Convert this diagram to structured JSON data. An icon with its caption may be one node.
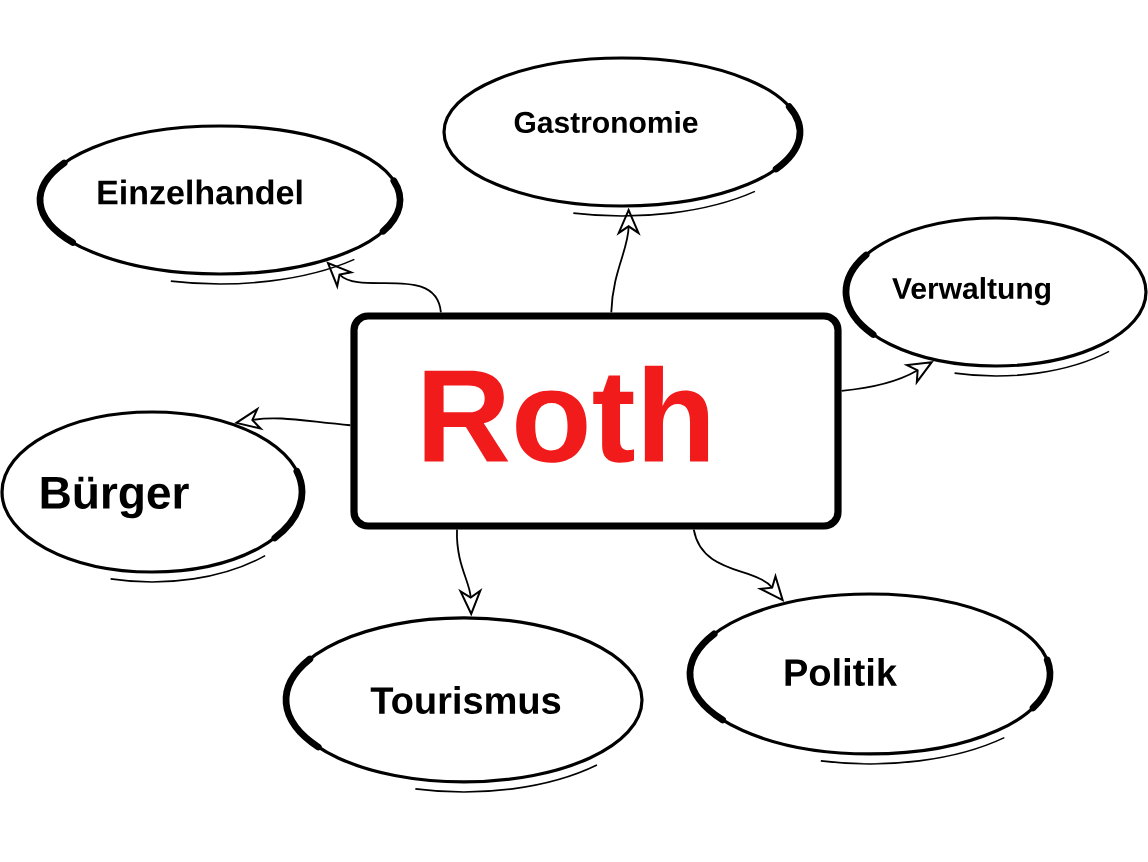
{
  "diagram": {
    "nodes": [
      {
        "text": [
          "Roth"
        ]
      },
      {
        "text": [
          "Einzelhandel"
        ]
      },
      {
        "text": [
          "Gastronomie"
        ]
      },
      {
        "text": [
          "Verwaltung"
        ]
      },
      {
        "text": [
          "Bürger"
        ]
      },
      {
        "text": [
          "Tourismus"
        ]
      },
      {
        "text": [
          "Politik"
        ]
      }
    ],
    "edges": [
      {
        "from": 0,
        "to": 1,
        "arrow": "to"
      },
      {
        "from": 0,
        "to": 2,
        "arrow": "to"
      },
      {
        "from": 0,
        "to": 3,
        "arrow": "to"
      },
      {
        "from": 0,
        "to": 4,
        "arrow": "to"
      },
      {
        "from": 0,
        "to": 5,
        "arrow": "to"
      },
      {
        "from": 0,
        "to": 6,
        "arrow": "to"
      }
    ]
  }
}
